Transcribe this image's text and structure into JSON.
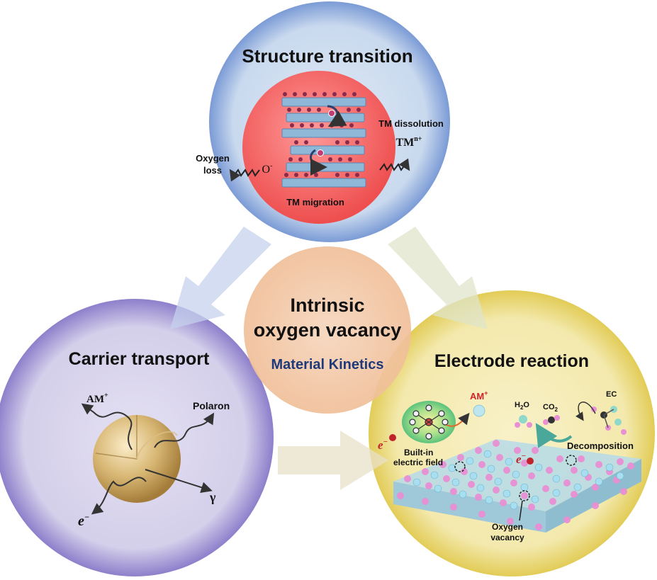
{
  "center": {
    "title_line1": "Intrinsic",
    "title_line2": "oxygen vacancy",
    "subtitle": "Material Kinetics"
  },
  "structure": {
    "title": "Structure transition",
    "tm_dissolution": "TM dissolution",
    "tm_ion": "TM",
    "tm_ion_sup": "n+",
    "oxygen_loss_line1": "Oxygen",
    "oxygen_loss_line2": "loss",
    "o_ion": "O",
    "o_ion_sup": "-",
    "tm_migration": "TM migration"
  },
  "carrier": {
    "title": "Carrier transport",
    "am_ion": "AM",
    "am_sup": "+",
    "polaron": "Polaron",
    "electron": "e",
    "electron_sup": "−",
    "gamma": "γ"
  },
  "electrode": {
    "title": "Electrode reaction",
    "am_ion": "AM",
    "am_sup": "+",
    "h2o": "H",
    "h2o_sub": "2",
    "h2o_tail": "O",
    "co2": "CO",
    "co2_sub": "2",
    "ec": "EC",
    "decomposition": "Decomposition",
    "builtin_line1": "Built-in",
    "builtin_line2": "electric field",
    "oxygen_vacancy_line1": "Oxygen",
    "oxygen_vacancy_line2": "vacancy",
    "electron": "e",
    "electron_sup": "−"
  },
  "colors": {
    "structure_circle": "#c9d9ee",
    "carrier_circle": "#d7d2ea",
    "electrode_circle": "#f4ebb0",
    "center_circle": "#f3c9aa",
    "red_core": "#f06a6a",
    "subtitle_blue": "#1f3a7a",
    "am_red": "#d3222a"
  }
}
